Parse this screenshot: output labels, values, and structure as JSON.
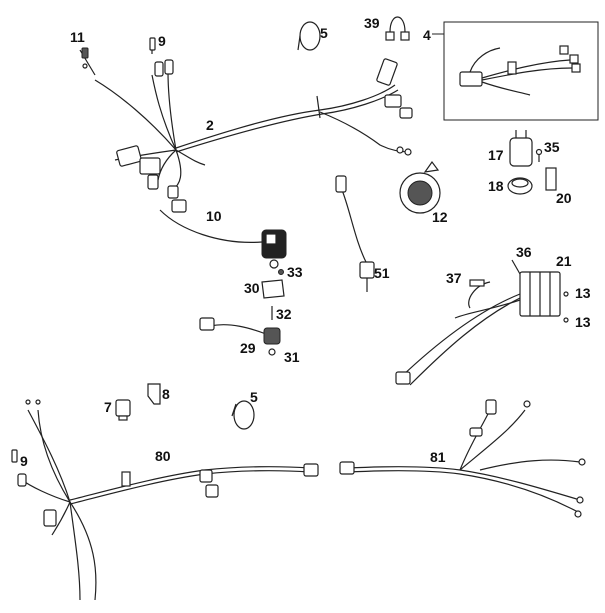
{
  "diagram": {
    "callouts": {
      "c2": "2",
      "c4": "4",
      "c5a": "5",
      "c5b": "5",
      "c7": "7",
      "c8": "8",
      "c9a": "9",
      "c9b": "9",
      "c10": "10",
      "c11": "11",
      "c12": "12",
      "c13a": "13",
      "c13b": "13",
      "c17": "17",
      "c18": "18",
      "c20": "20",
      "c21": "21",
      "c29": "29",
      "c30": "30",
      "c31": "31",
      "c32": "32",
      "c33": "33",
      "c35": "35",
      "c36": "36",
      "c37": "37",
      "c39": "39",
      "c51": "51",
      "c80": "80",
      "c81": "81"
    }
  }
}
